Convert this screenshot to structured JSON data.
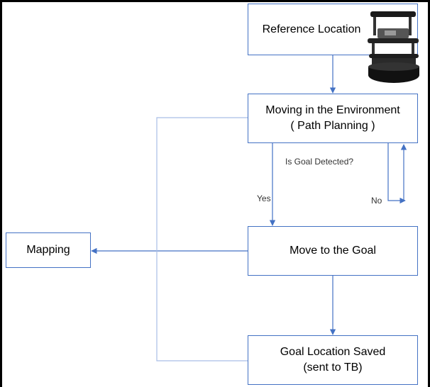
{
  "nodes": {
    "reference_location": "Reference Location",
    "moving_line1": "Moving in the Environment",
    "moving_line2": "( Path Planning )",
    "move_to_goal": "Move to the Goal",
    "goal_saved_line1": "Goal Location Saved",
    "goal_saved_line2": "(sent to TB)",
    "mapping": "Mapping"
  },
  "edge_labels": {
    "question": "Is Goal Detected?",
    "yes": "Yes",
    "no": "No"
  },
  "colors": {
    "box_border": "#4472c4",
    "connector": "#4472c4",
    "frame": "#000000"
  },
  "icons": {
    "robot": "turtlebot-robot-icon"
  }
}
